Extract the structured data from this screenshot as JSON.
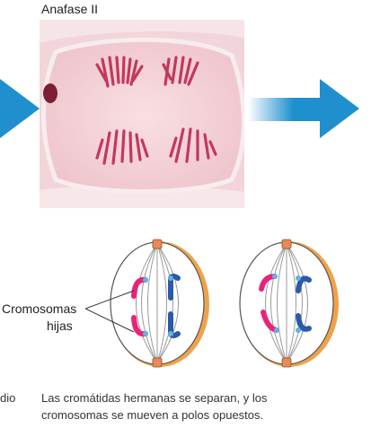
{
  "figure": {
    "stage_title": "Anafase II",
    "label_line1": "Cromosomas",
    "label_line2": "hijas",
    "caption_left_fragment": "dio",
    "caption_line1": "Las cromátidas hermanas se separan, y los",
    "caption_line2": "cromosomas se mueven  a polos opuestos."
  },
  "colors": {
    "arrow_blue": "#1f8fce",
    "cell_fill": "#f4d6dc",
    "chromosome_stain": "#c2385e",
    "spindle_cell_border": "#f0a24b",
    "chromatid_pink": "#e8247a",
    "chromatid_blue": "#2a5aa8"
  }
}
